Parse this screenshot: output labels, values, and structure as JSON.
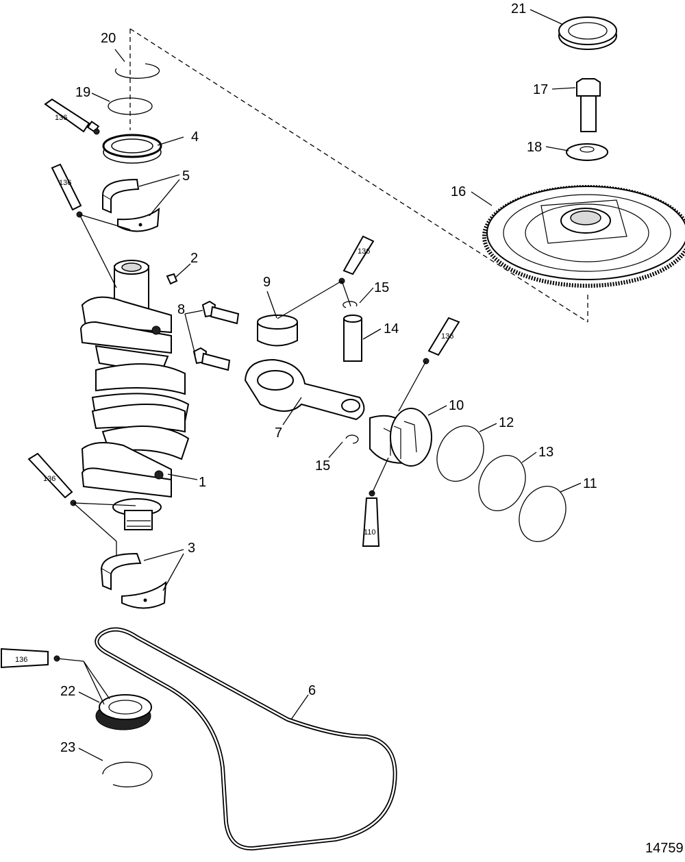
{
  "figure_number": "14759",
  "callouts": [
    "1",
    "2",
    "3",
    "4",
    "5",
    "6",
    "7",
    "8",
    "9",
    "10",
    "11",
    "12",
    "13",
    "14",
    "15",
    "15",
    "16",
    "17",
    "18",
    "19",
    "20",
    "21",
    "22",
    "23"
  ],
  "sealant_tubes": [
    "136",
    "136",
    "136",
    "136",
    "136",
    "110"
  ]
}
